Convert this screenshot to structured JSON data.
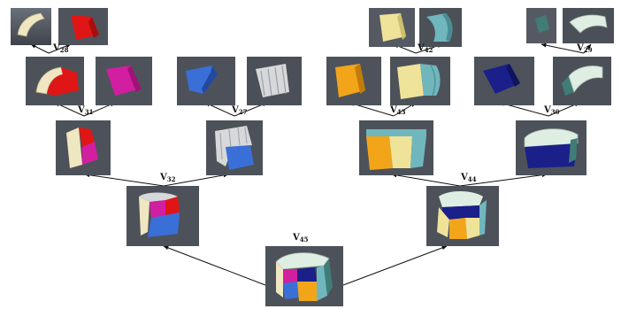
{
  "nodes": [
    {
      "id": "v28",
      "label": "V",
      "sub": "28",
      "caption": true
    },
    {
      "id": "v31",
      "label": "V",
      "sub": "31",
      "caption": true
    },
    {
      "id": "v27",
      "label": "V",
      "sub": "27",
      "caption": true
    },
    {
      "id": "v32",
      "label": "V",
      "sub": "32",
      "caption": true
    },
    {
      "id": "v42",
      "label": "V",
      "sub": "42",
      "caption": true
    },
    {
      "id": "v43",
      "label": "V",
      "sub": "43",
      "caption": true
    },
    {
      "id": "v29",
      "label": "V",
      "sub": "29",
      "caption": true
    },
    {
      "id": "v30",
      "label": "V",
      "sub": "30",
      "caption": true
    },
    {
      "id": "v44",
      "label": "V",
      "sub": "44",
      "caption": true
    },
    {
      "id": "v45",
      "label": "V",
      "sub": "45",
      "caption": true
    }
  ],
  "colors": {
    "tile_bg": "#4a4f58",
    "tile_bg_light": "#6a707a",
    "cream": "#efe6c2",
    "red": "#e01616",
    "magenta": "#d21ea0",
    "blue": "#3a6fd8",
    "white_grey": "#d6d8da",
    "orange": "#f3a51a",
    "yellow": "#efe39a",
    "teal": "#6fb7bd",
    "navy": "#1a1f8a",
    "dark_teal": "#3f7d76",
    "pale_green": "#dfeee3",
    "arrow": "#111111"
  }
}
